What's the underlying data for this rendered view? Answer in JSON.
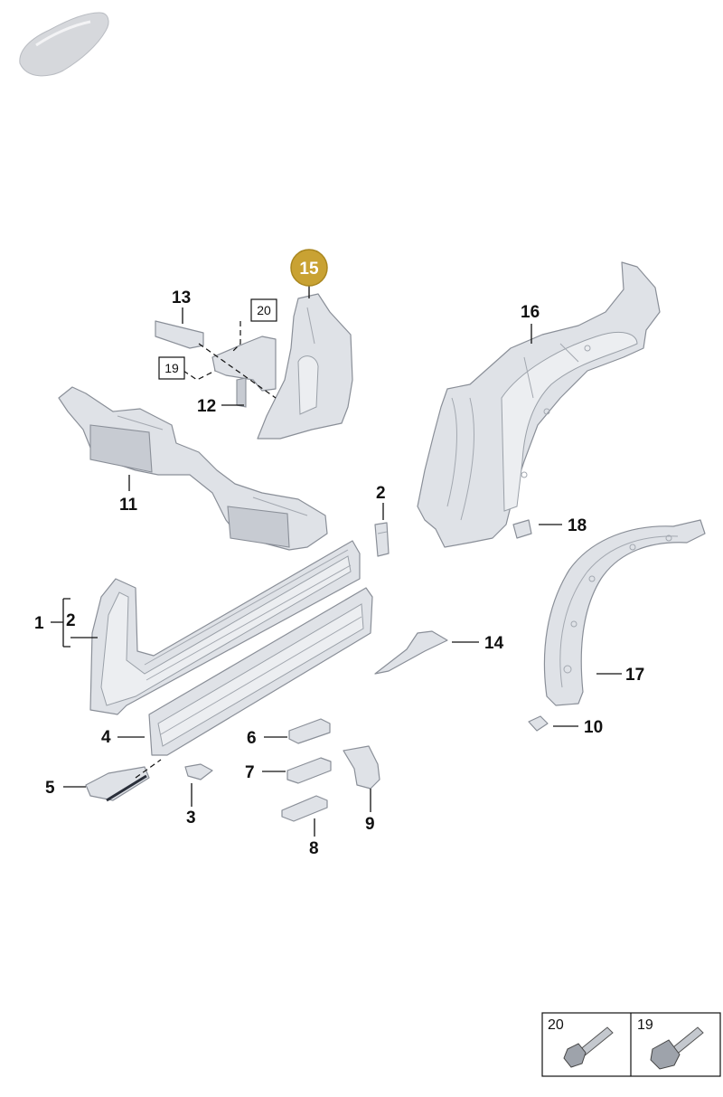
{
  "labels": {
    "l1": "1",
    "l2a": "2",
    "l2b": "2",
    "l3": "3",
    "l4": "4",
    "l5": "5",
    "l6": "6",
    "l7": "7",
    "l8": "8",
    "l9": "9",
    "l10": "10",
    "l11": "11",
    "l12": "12",
    "l13": "13",
    "l14": "14",
    "l15": "15",
    "l16": "16",
    "l17": "17",
    "l18": "18",
    "l19": "19",
    "l20": "20"
  },
  "legend": {
    "item_20": "20",
    "item_19": "19"
  },
  "colors": {
    "highlight": "#c9a233",
    "parts": "#dfe2e7"
  },
  "highlighted_part": "15"
}
